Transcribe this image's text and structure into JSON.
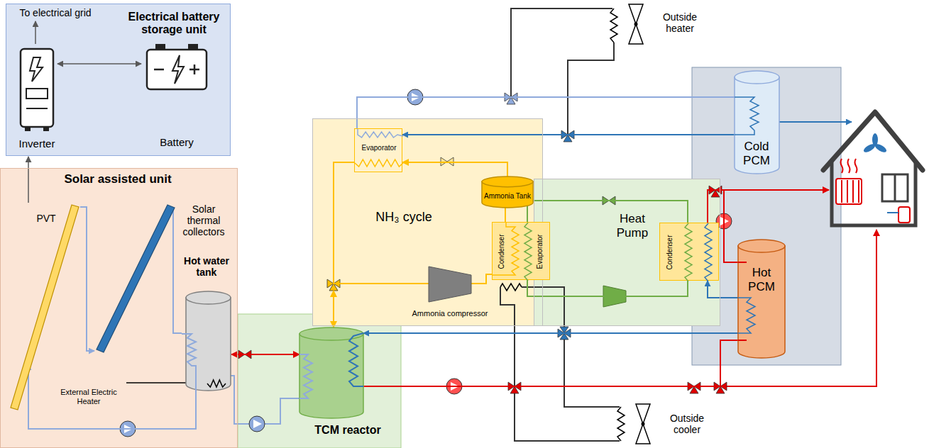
{
  "diagram": {
    "nodes": [
      {
        "text": [
          "Electrical battery storage unit"
        ]
      },
      {
        "text": [
          "Inverter"
        ],
        "in": 0
      },
      {
        "text": [
          "Battery"
        ],
        "in": 0
      },
      {
        "text": [
          "Solar assisted unit"
        ]
      },
      {
        "text": [
          "PVT"
        ],
        "in": 3
      },
      {
        "text": [
          "Solar thermal collectors"
        ],
        "in": 3
      },
      {
        "text": [
          "Hot water tank"
        ],
        "in": 3
      },
      {
        "text": [
          "TCM reactor"
        ]
      },
      {
        "text": [
          "NH₃ cycle"
        ]
      },
      {
        "text": [
          "Evaporator"
        ],
        "in": 8
      },
      {
        "text": [
          "Ammonia Tank"
        ],
        "in": 8
      },
      {
        "text": [
          "Ammonia compressor"
        ],
        "in": 8
      },
      {
        "text": [
          "Heat Pump"
        ]
      },
      {
        "text": [
          "Condenser",
          "Evaporator"
        ]
      },
      {
        "text": [
          "Condenser"
        ],
        "in": 12
      },
      {
        "text": [
          "Cold PCM"
        ]
      },
      {
        "text": [
          "Hot PCM"
        ]
      },
      {
        "text": [
          "Outside heater"
        ]
      },
      {
        "text": [
          "Outside cooler"
        ]
      }
    ],
    "edges": [
      {
        "from": 1,
        "to": 2,
        "arrow": "both"
      },
      {
        "from": 4,
        "to": 1,
        "arrow": "to"
      },
      {
        "from": 4,
        "to": 5,
        "arrow": "to"
      },
      {
        "from": 5,
        "to": 6,
        "arrow": "none"
      },
      {
        "from": 6,
        "to": 4,
        "arrow": "to"
      },
      {
        "from": 6,
        "to": 7,
        "arrow": "both"
      },
      {
        "from": 7,
        "to": 8,
        "arrow": "both"
      },
      {
        "from": 10,
        "to": 9,
        "arrow": "to"
      },
      {
        "from": 9,
        "to": 11,
        "arrow": "none"
      },
      {
        "from": 11,
        "to": 13,
        "arrow": "none"
      },
      {
        "from": 13,
        "to": 10,
        "arrow": "none"
      },
      {
        "from": 14,
        "to": 13,
        "arrow": "none"
      },
      {
        "from": 13,
        "to": 14,
        "arrow": "none"
      },
      {
        "from": 9,
        "to": 15,
        "arrow": "none"
      },
      {
        "from": 15,
        "to": 9,
        "arrow": "to"
      },
      {
        "from": 7,
        "to": 16,
        "arrow": "none"
      },
      {
        "from": 16,
        "to": 7,
        "arrow": "to"
      },
      {
        "from": 16,
        "to": 14,
        "arrow": "to"
      },
      {
        "from": 14,
        "to": 16,
        "arrow": "none"
      }
    ],
    "labels": [
      "To electrical grid",
      "External Electric Heater"
    ]
  }
}
